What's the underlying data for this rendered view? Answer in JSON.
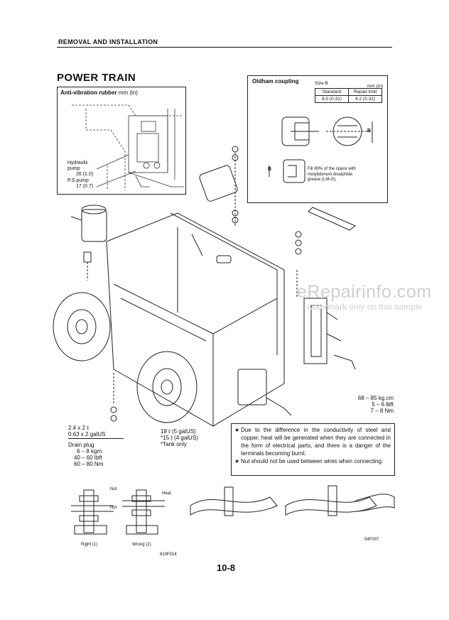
{
  "header": {
    "section": "REMOVAL AND INSTALLATION"
  },
  "page_title": "POWER TRAIN",
  "anti_vibration": {
    "title_bold": "Anti-vibration rubber",
    "title_unit": "mm (in)",
    "hydraulic_pump": [
      "Hydraulic",
      "pump",
      "26 (1.0)"
    ],
    "ps_pump": [
      "P.S pump",
      "17 (0.7)"
    ]
  },
  "oldham": {
    "title": "Oldham coupling",
    "size": "Size B",
    "unit": "mm (in)",
    "headers": [
      "Standard",
      "Repair limit"
    ],
    "values": [
      "8.0 (0.31)",
      "8.2 (0.32)"
    ],
    "dim_label": "B",
    "fill_note": [
      "Fill 80% of the space with",
      "molybdenum disulphide",
      "grease (LM-G)."
    ]
  },
  "capacities": {
    "oil_left": [
      "2.4 x 2 ℓ",
      "0.63 x 2 galUS"
    ],
    "drain_plug": [
      "Drain plug",
      "6 – 8 kgm",
      "40 – 60 lbft",
      "60 – 80 Nm"
    ],
    "tank": [
      "18 ℓ (5 galUS)",
      "*15 ℓ (4 galUS)",
      "*Tank only"
    ],
    "torque_right": [
      "68 – 85 kg.cm",
      "5 – 6 lbft",
      "7 – 8 Nm"
    ]
  },
  "notes": [
    "Due to the difference in the conductivity of steel and copper, heat will be generated when they are connected in the form of electrical parts, and there is a danger of the terminals becoming burnt.",
    "Nut should not be used between wires when connecting."
  ],
  "note_marker": "★",
  "bottom_labels": {
    "nut1": "Nut",
    "nut2": "Nut",
    "heat": "Heat",
    "right": "Right (1)",
    "wrong": "Wrong (2)",
    "code1": "810F014",
    "code2": "04F007"
  },
  "page_number": "10-8",
  "watermark": {
    "main": "eRepairinfo.com",
    "sub": "watermark only on this sample"
  }
}
